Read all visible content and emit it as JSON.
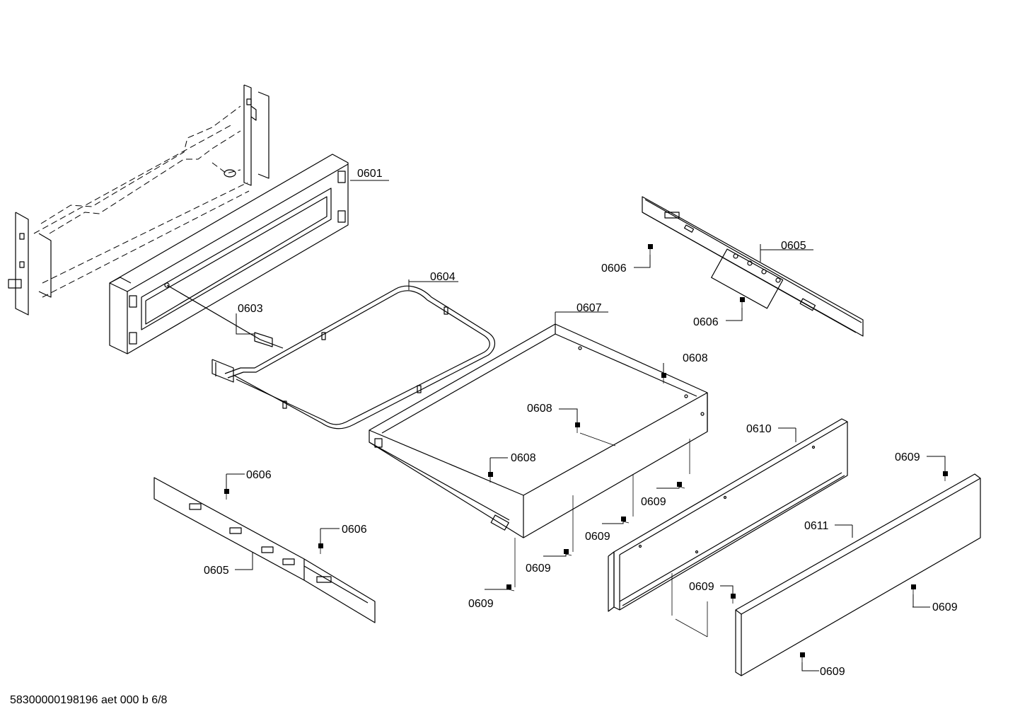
{
  "document": {
    "id_text": "58300000198196 aet 000 b 6/8"
  },
  "parts": [
    {
      "key": "oven-bracket-frame",
      "label": ""
    },
    {
      "key": "front-frame",
      "label": "0601"
    },
    {
      "key": "sensor-wire",
      "label": "0603"
    },
    {
      "key": "heating-element",
      "label": "0604"
    },
    {
      "key": "telescopic-rail-right",
      "label": "0605"
    },
    {
      "key": "telescopic-rail-left",
      "label": "0605"
    },
    {
      "key": "drawer-tray",
      "label": "0607"
    },
    {
      "key": "inner-panel",
      "label": "0610"
    },
    {
      "key": "front-panel",
      "label": "0611"
    }
  ],
  "callouts": {
    "c0601": "0601",
    "c0603": "0603",
    "c0604": "0604",
    "c0605a": "0605",
    "c0605b": "0605",
    "c0606a": "0606",
    "c0606b": "0606",
    "c0606c": "0606",
    "c0606d": "0606",
    "c0607": "0607",
    "c0608a": "0608",
    "c0608b": "0608",
    "c0608c": "0608",
    "c0609a": "0609",
    "c0609b": "0609",
    "c0609c": "0609",
    "c0609d": "0609",
    "c0609e": "0609",
    "c0609f": "0609",
    "c0609g": "0609",
    "c0609h": "0609",
    "c0610": "0610",
    "c0611": "0611"
  }
}
